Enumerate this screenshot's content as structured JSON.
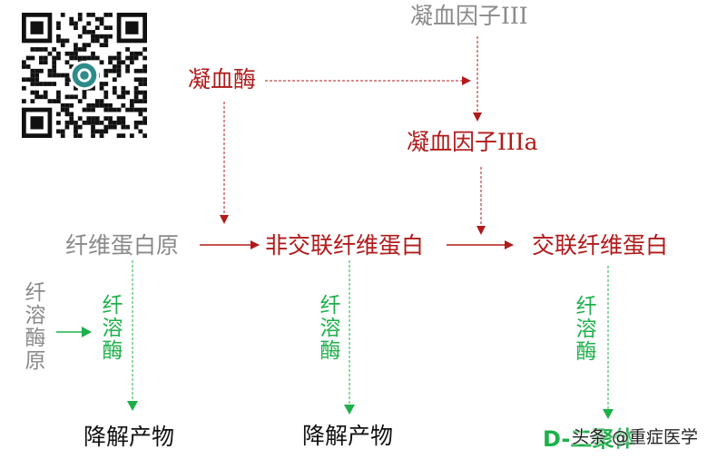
{
  "nodes": {
    "factor_iii": "凝血因子III",
    "thrombin": "凝血酶",
    "factor_iiia": "凝血因子IIIa",
    "fibrinogen": "纤维蛋白原",
    "noncrosslinked_fibrin": "非交联纤维蛋白",
    "crosslinked_fibrin": "交联纤维蛋白",
    "plasminogen": "纤溶酶原",
    "plasmin_1": "纤溶酶",
    "plasmin_2": "纤溶酶",
    "plasmin_3": "纤溶酶",
    "degradation_1": "降解产物",
    "degradation_2": "降解产物",
    "d_dimer": "D-二聚体"
  },
  "watermark": "头条 @重症医学",
  "colors": {
    "red": "#b01a1a",
    "gray": "#8a8a8a",
    "green": "#1db04a",
    "black": "#111111"
  }
}
